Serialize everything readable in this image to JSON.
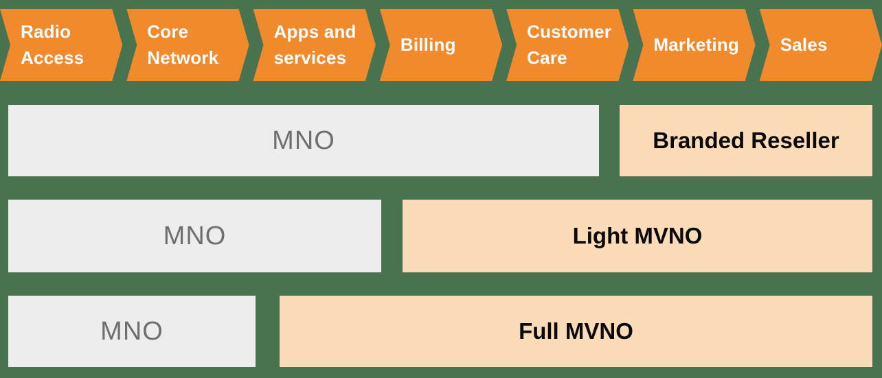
{
  "colors": {
    "background": "#49734F",
    "arrow_fill": "#F08A2D",
    "arrow_text": "#FFFFFF",
    "mno_fill": "#EDEDED",
    "mno_text": "#6F6F6F",
    "model_fill": "#FCDBB8",
    "model_text": "#0A0A0A"
  },
  "value_chain": {
    "stages": [
      {
        "label": "Radio Access"
      },
      {
        "label": "Core Network"
      },
      {
        "label": "Apps and services"
      },
      {
        "label": "Billing"
      },
      {
        "label": "Customer Care"
      },
      {
        "label": "Marketing"
      },
      {
        "label": "Sales"
      }
    ]
  },
  "model_rows": [
    {
      "mno_label": "MNO",
      "model_label": "Branded Reseller"
    },
    {
      "mno_label": "MNO",
      "model_label": "Light MVNO"
    },
    {
      "mno_label": "MNO",
      "model_label": "Full MVNO"
    }
  ]
}
